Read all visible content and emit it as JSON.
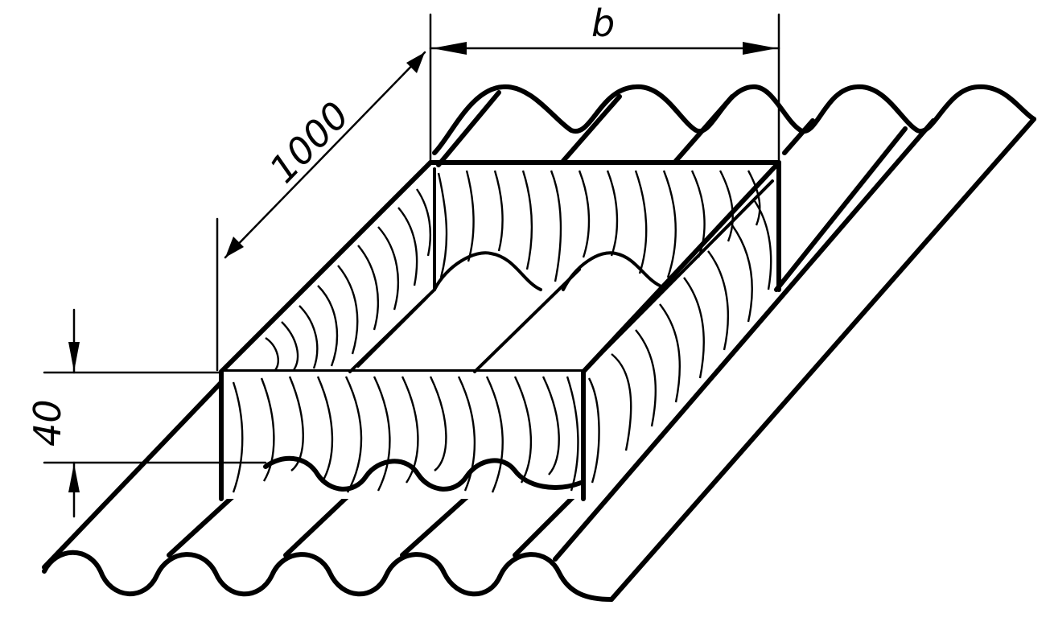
{
  "dimensions": {
    "length_label": "1000",
    "width_label": "b",
    "height_label": "40"
  },
  "colors": {
    "line": "#000000",
    "background": "#ffffff"
  }
}
